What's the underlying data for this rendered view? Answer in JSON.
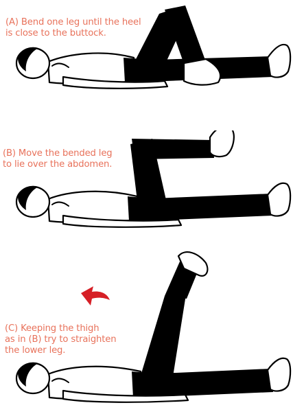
{
  "steps": [
    {
      "id": "A",
      "caption": "(A) Bend one leg until the heel\nis close to the buttock."
    },
    {
      "id": "B",
      "caption": "(B) Move the bended leg\nto lie over the abdomen."
    },
    {
      "id": "C",
      "caption": "(C) Keeping the thigh\nas in (B) try to straighten\nthe lower leg."
    }
  ],
  "colors": {
    "caption": "#e8725b",
    "arrow": "#d61f26",
    "ink": "#000000"
  },
  "icons": {
    "direction_arrow": "curved-arrow-icon"
  }
}
